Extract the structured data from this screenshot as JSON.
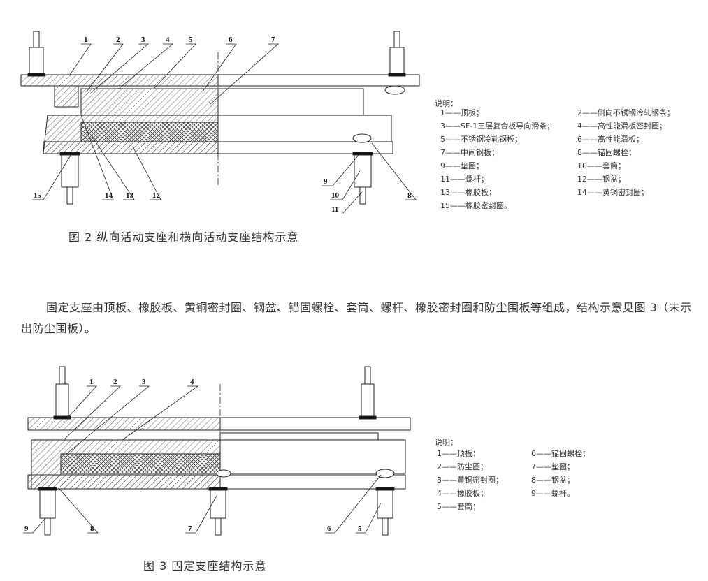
{
  "figure2": {
    "callouts": [
      "1",
      "2",
      "3",
      "4",
      "5",
      "6",
      "7",
      "8",
      "9",
      "10",
      "11",
      "12",
      "13",
      "14",
      "15"
    ],
    "legend_title": "说明：",
    "legend": [
      "1——顶板；",
      "2——侧向不锈钢冷轧钢条；",
      "3——SF-1三层复合板导向滑条；",
      "4——高性能滑板密封圈；",
      "5——不锈钢冷轧钢板；",
      "6——高性能滑板；",
      "7——中间钢板；",
      "8——锚固螺栓；",
      "9——垫圈；",
      "10——套筒；",
      "11——螺杆；",
      "12——钢盆；",
      "13——橡胶板；",
      "14——黄铜密封圈；",
      "15——橡胶密封圈。"
    ],
    "caption": "图 2 纵向活动支座和横向活动支座结构示意"
  },
  "paragraph": "固定支座由顶板、橡胶板、黄铜密封圈、钢盆、锚固螺栓、套筒、螺杆、橡胶密封圈和防尘围板等组成，结构示意见图 3（未示出防尘围板）。",
  "figure3": {
    "callouts": [
      "1",
      "2",
      "3",
      "4",
      "5",
      "6",
      "7",
      "8",
      "9"
    ],
    "legend_title": "说明：",
    "legend": [
      "1——顶板；",
      "6——锚固螺栓；",
      "2——防尘圈；",
      "7——垫圈；",
      "3——黄铜密封圈；",
      "8——钢盆；",
      "4——橡胶板；",
      "9——螺杆。",
      "5——套筒；"
    ],
    "caption": "图 3 固定支座结构示意"
  }
}
